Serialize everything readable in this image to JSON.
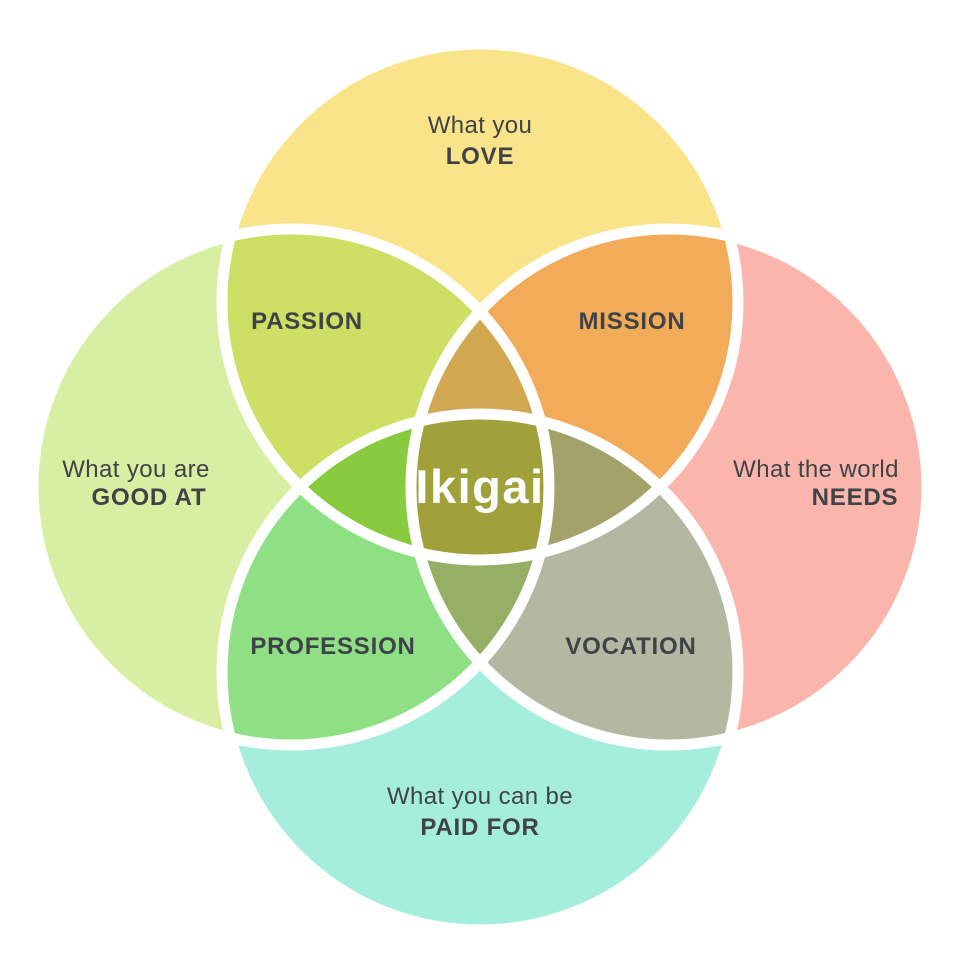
{
  "diagram": {
    "center_label": "Ikigai",
    "text_color": "#3f4347",
    "center_text_color": "#ffffff",
    "outline_color": "#ffffff",
    "background_color": "#ffffff",
    "circles": {
      "love": {
        "line1": "What you",
        "line2": "LOVE",
        "color": "#f9e48a"
      },
      "good_at": {
        "line1": "What you are",
        "line2": "GOOD AT",
        "color": "#d8eea3"
      },
      "needs": {
        "line1": "What the world",
        "line2": "NEEDS",
        "color": "#fab6ac"
      },
      "paid_for": {
        "line1": "What you can be",
        "line2": "PAID FOR",
        "color": "#a5eedb"
      }
    },
    "overlaps": {
      "passion": {
        "label": "PASSION",
        "color": "#cddf64"
      },
      "mission": {
        "label": "MISSION",
        "color": "#f2ab58"
      },
      "profession": {
        "label": "PROFESSION",
        "color": "#8fe085"
      },
      "vocation": {
        "label": "VOCATION",
        "color": "#b4b7a2"
      }
    },
    "triple_overlaps": {
      "love_goodat_needs": {
        "color": "#d1a851"
      },
      "love_goodat_paidfor": {
        "color": "#89cb3e"
      },
      "love_needs_paidfor": {
        "color": "#a4a26b"
      },
      "goodat_needs_paidfor": {
        "color": "#95b064"
      }
    },
    "center_color": "#a1a13c"
  }
}
